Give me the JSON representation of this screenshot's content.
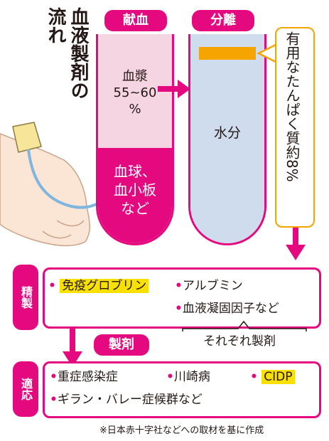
{
  "title": {
    "line1": "血液製剤の",
    "line2": "流れ"
  },
  "steps": {
    "donation": "献血",
    "separation": "分離"
  },
  "tube1": {
    "plasma": [
      "血漿",
      "55~60",
      "%"
    ],
    "cells": [
      "血球、",
      "血小板",
      "など"
    ]
  },
  "tube2": {
    "water": "水分"
  },
  "callout": {
    "text": "有用なたんぱく質約8%"
  },
  "refine": {
    "label": "精製",
    "items": [
      "免疫グロブリン",
      "アルブミン",
      "血液凝固因子など"
    ],
    "bracket_note": "それぞれ製剤"
  },
  "formulate": {
    "label": "製剤"
  },
  "indications": {
    "label": "適応",
    "items": [
      "重症感染症",
      "川崎病",
      "CIDP",
      "ギラン・バレー症候群など"
    ]
  },
  "source": "※日本赤十字社などへの取材を基に作成",
  "colors": {
    "accent": "#e5097f",
    "plasma": "#f6d5e3",
    "water": "#cfdcee",
    "protein": "#f5a400",
    "highlight": "#f8e000"
  }
}
